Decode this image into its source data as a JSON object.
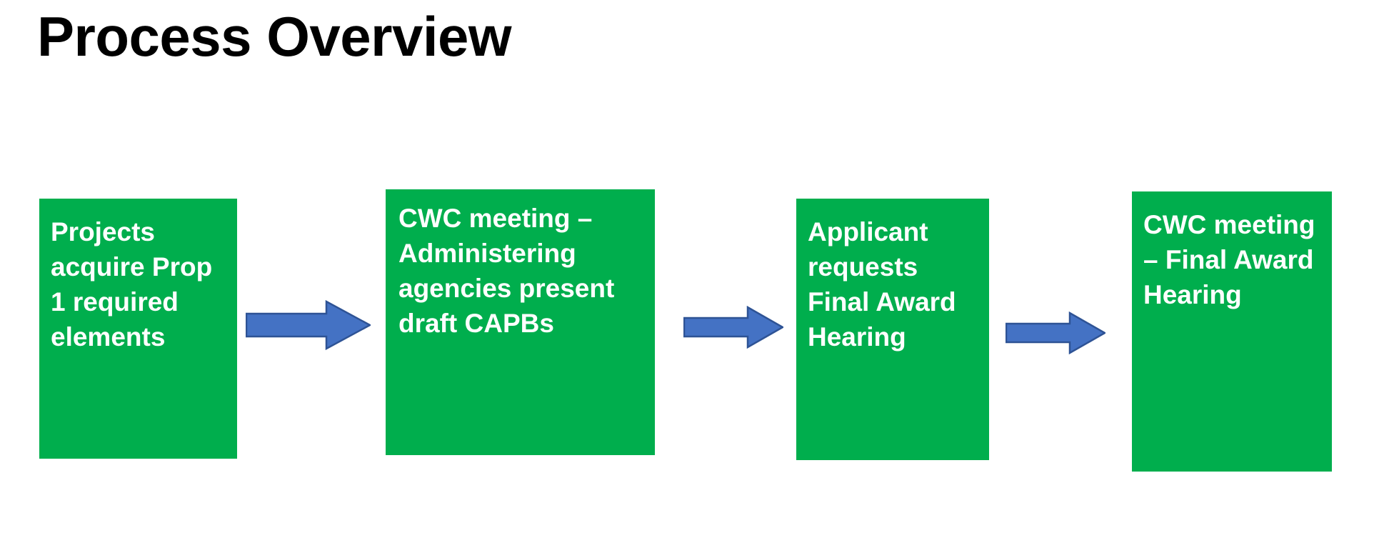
{
  "slide": {
    "title": "Process Overview",
    "background_color": "#FFFFFF",
    "title_color": "#000000"
  },
  "theme": {
    "box_fill": "#00AE4D",
    "box_text_color": "#FFFFFF",
    "arrow_fill": "#4472C4",
    "arrow_stroke": "#2E5395"
  },
  "flow": {
    "steps": [
      {
        "index": 1,
        "text": "Projects acquire Prop 1 required elements",
        "fill": "#00AE4D"
      },
      {
        "index": 2,
        "text": "CWC meeting – Administering agencies present draft CAPBs",
        "fill": "#00AE4D"
      },
      {
        "index": 3,
        "text": "Applicant requests Final Award Hearing",
        "fill": "#00AE4D"
      },
      {
        "index": 4,
        "text": "CWC meeting – Final Award Hearing",
        "fill": "#00AE4D"
      }
    ],
    "connectors": [
      {
        "index": 1,
        "direction": "right",
        "fill": "#4472C4"
      },
      {
        "index": 2,
        "direction": "right",
        "fill": "#4472C4"
      },
      {
        "index": 3,
        "direction": "right",
        "fill": "#4472C4"
      }
    ]
  }
}
